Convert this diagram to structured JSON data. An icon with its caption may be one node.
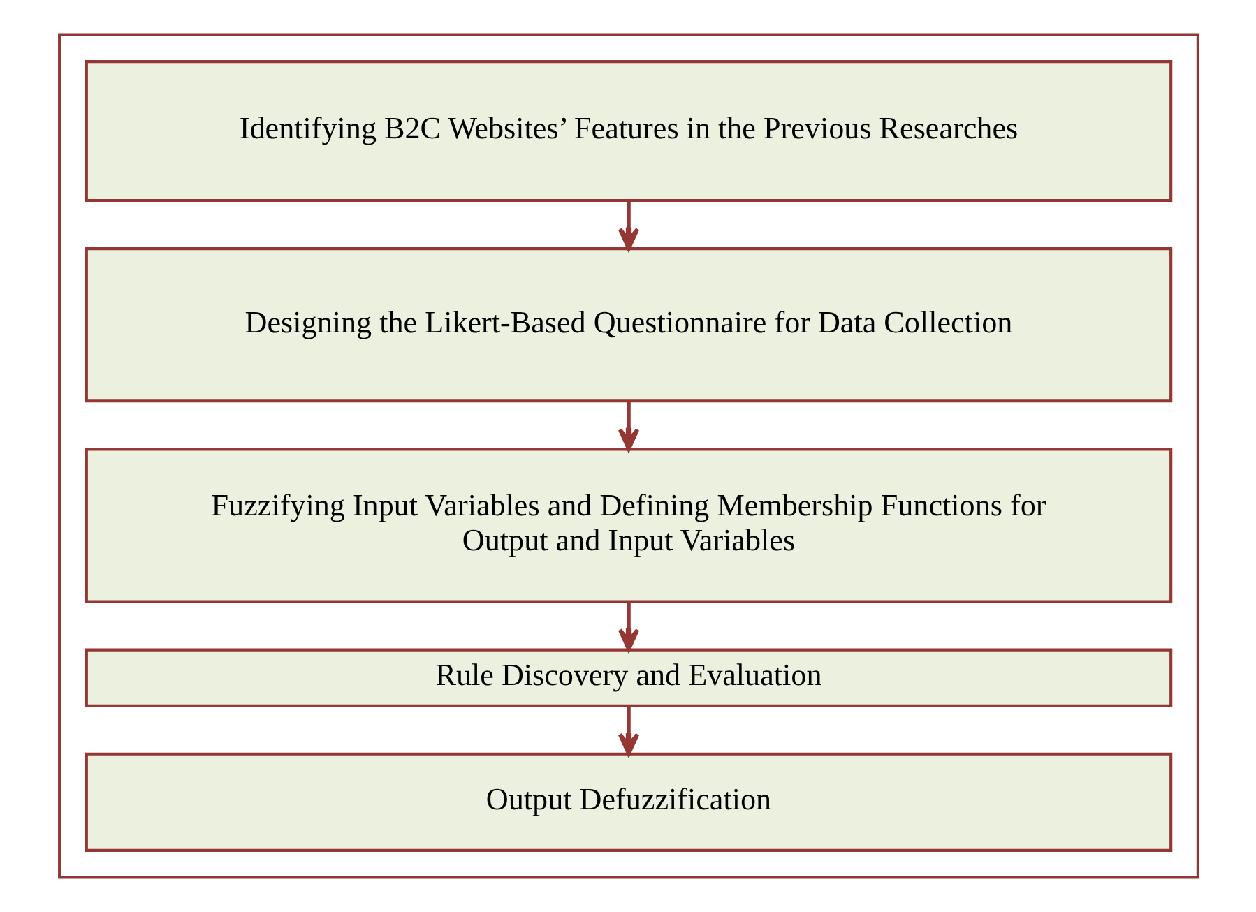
{
  "diagram": {
    "nodes": [
      {
        "text": [],
        "shape": "box"
      },
      {
        "text": [
          "Identifying B2C Websites’ Features in the Previous Researches"
        ],
        "in": 0
      },
      {
        "text": [
          "Designing the Likert-Based Questionnaire for Data Collection"
        ],
        "in": 0
      },
      {
        "text": [
          "Fuzzifying Input Variables and Defining Membership Functions for Output and Input Variables"
        ],
        "in": 0
      },
      {
        "text": [
          "Rule Discovery and Evaluation"
        ],
        "in": 0
      },
      {
        "text": [
          "Output Defuzzification"
        ],
        "in": 0
      }
    ],
    "edges": [
      {
        "from": 1,
        "to": 2,
        "arrow": "to"
      },
      {
        "from": 2,
        "to": 3,
        "arrow": "to"
      },
      {
        "from": 3,
        "to": 4,
        "arrow": "to"
      },
      {
        "from": 4,
        "to": 5,
        "arrow": "to"
      }
    ]
  }
}
